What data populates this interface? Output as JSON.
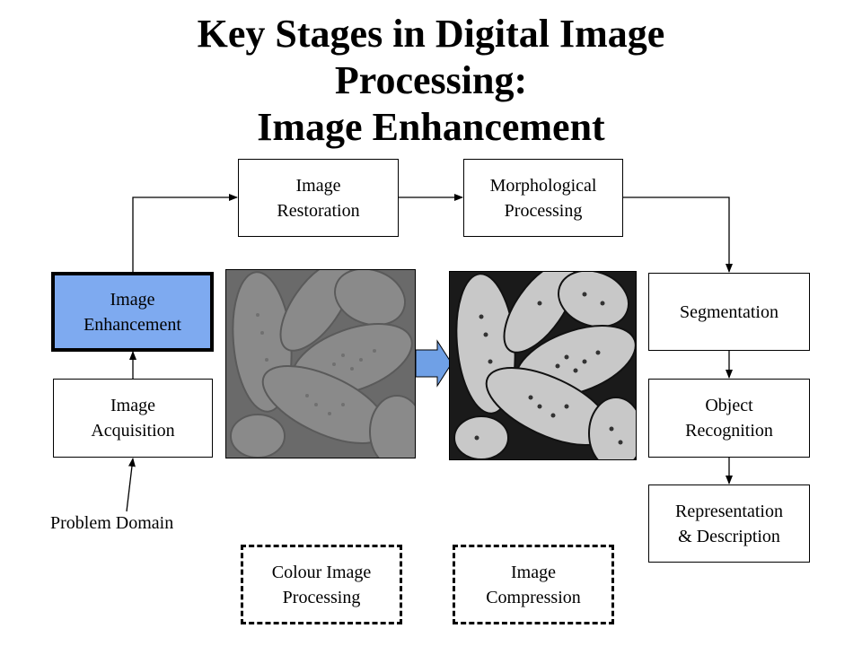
{
  "title": {
    "line1": "Key Stages in Digital Image",
    "line2": "Processing:",
    "line3": "Image Enhancement"
  },
  "stages": {
    "image_restoration": "Image\nRestoration",
    "morphological_processing": "Morphological\nProcessing",
    "image_enhancement": "Image\nEnhancement",
    "image_acquisition": "Image\nAcquisition",
    "segmentation": "Segmentation",
    "object_recognition": "Object\nRecognition",
    "representation_description": "Representation\n& Description",
    "colour_image_processing": "Colour Image\nProcessing",
    "image_compression": "Image\nCompression"
  },
  "problem_domain": "Problem Domain",
  "images": {
    "before": "low-contrast-pollen-micrograph",
    "after": "contrast-enhanced-pollen-micrograph"
  },
  "colors": {
    "highlight": "#7eaaf0",
    "arrow_fill": "#6fa0e6"
  }
}
